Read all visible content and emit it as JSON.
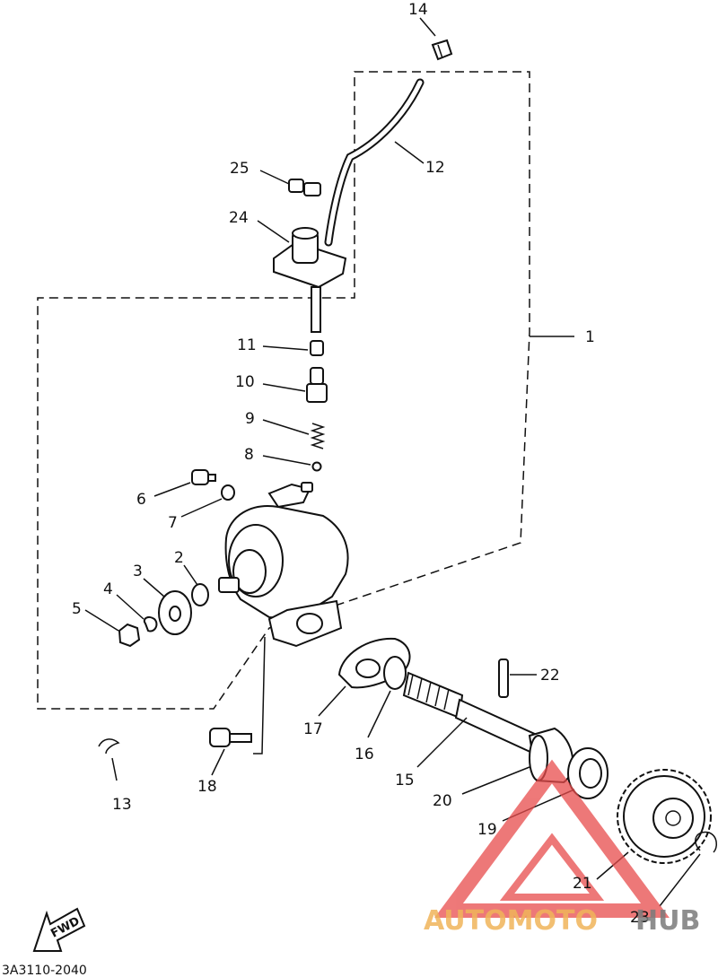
{
  "diagram": {
    "part_labels": [
      "1",
      "2",
      "3",
      "4",
      "5",
      "6",
      "7",
      "8",
      "9",
      "10",
      "11",
      "12",
      "13",
      "14",
      "15",
      "16",
      "17",
      "18",
      "19",
      "20",
      "21",
      "22",
      "23",
      "24",
      "25"
    ],
    "drawing_code": "3A3110-2040",
    "fwd_label": "FWD"
  },
  "watermark": {
    "word_colored": "AUTOMOTO",
    "word_gray": "HUB",
    "colors": {
      "accent": "#f0b45a",
      "triangle": "#e84c4c",
      "gray": "#7b7b7b"
    }
  }
}
